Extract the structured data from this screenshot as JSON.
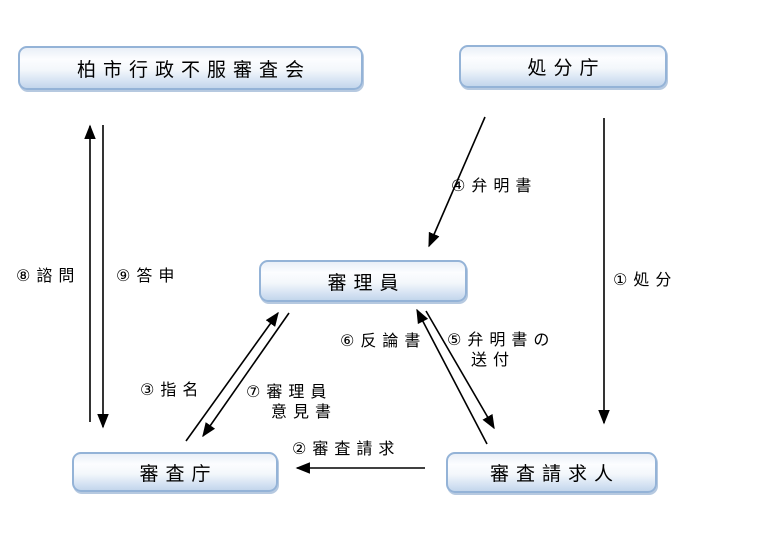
{
  "diagram": {
    "nodes": {
      "review_board": {
        "label": "柏市行政不服審査会"
      },
      "disposition_agency": {
        "label": "処分庁"
      },
      "examiner": {
        "label": "審理員"
      },
      "review_agency": {
        "label": "審査庁"
      },
      "claimant": {
        "label": "審査請求人"
      }
    },
    "edges": {
      "disposition": {
        "label": "①処分",
        "from": "disposition_agency",
        "to": "claimant"
      },
      "review_request": {
        "label": "②審査請求",
        "from": "claimant",
        "to": "review_agency"
      },
      "designation": {
        "label": "③指名",
        "from": "review_agency",
        "to": "examiner"
      },
      "written_explanation": {
        "label": "④弁明書",
        "from": "disposition_agency",
        "to": "examiner"
      },
      "explanation_sending": {
        "label": "⑤弁明書の",
        "label2": "送付",
        "from": "examiner",
        "to": "claimant"
      },
      "rebuttal": {
        "label": "⑥反論書",
        "from": "claimant",
        "to": "examiner"
      },
      "examiner_opinion": {
        "label": "⑦審理員",
        "label2": "意見書",
        "from": "examiner",
        "to": "review_agency"
      },
      "consultation": {
        "label": "⑧諮問",
        "from": "review_agency",
        "to": "review_board"
      },
      "report": {
        "label": "⑨答申",
        "from": "review_board",
        "to": "review_agency"
      }
    },
    "colors": {
      "box_border": "#94b3d7",
      "box_fill_top": "#fcfdff",
      "box_fill_bottom": "#c3d6ec",
      "arrow": "#000000",
      "background": "#ffffff",
      "text": "#000000"
    }
  }
}
